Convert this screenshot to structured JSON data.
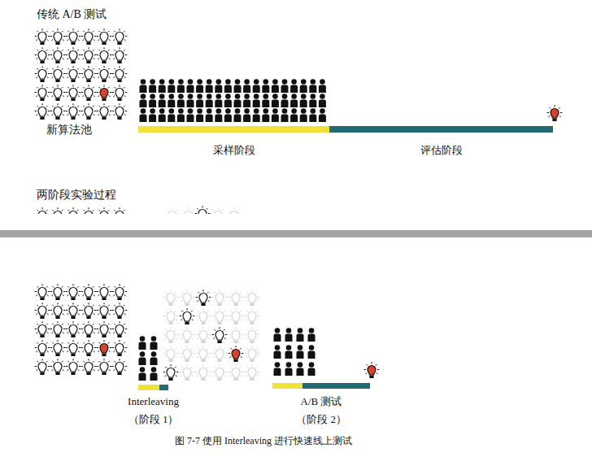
{
  "diagram": {
    "title": "传统 A/B 测试",
    "caption": "图 7-7 使用 Interleaving 进行快速线上测试",
    "nodes": [
      {
        "text": [
          "采样阶段"
        ]
      },
      {
        "text": [
          "评估阶段"
        ]
      },
      {
        "text": [
          "Interleaving （阶段 1）"
        ]
      },
      {
        "text": [
          "A/B 测试 （阶段 2）"
        ]
      }
    ],
    "labels": [
      "新算法池",
      "两阶段实验过程"
    ]
  }
}
